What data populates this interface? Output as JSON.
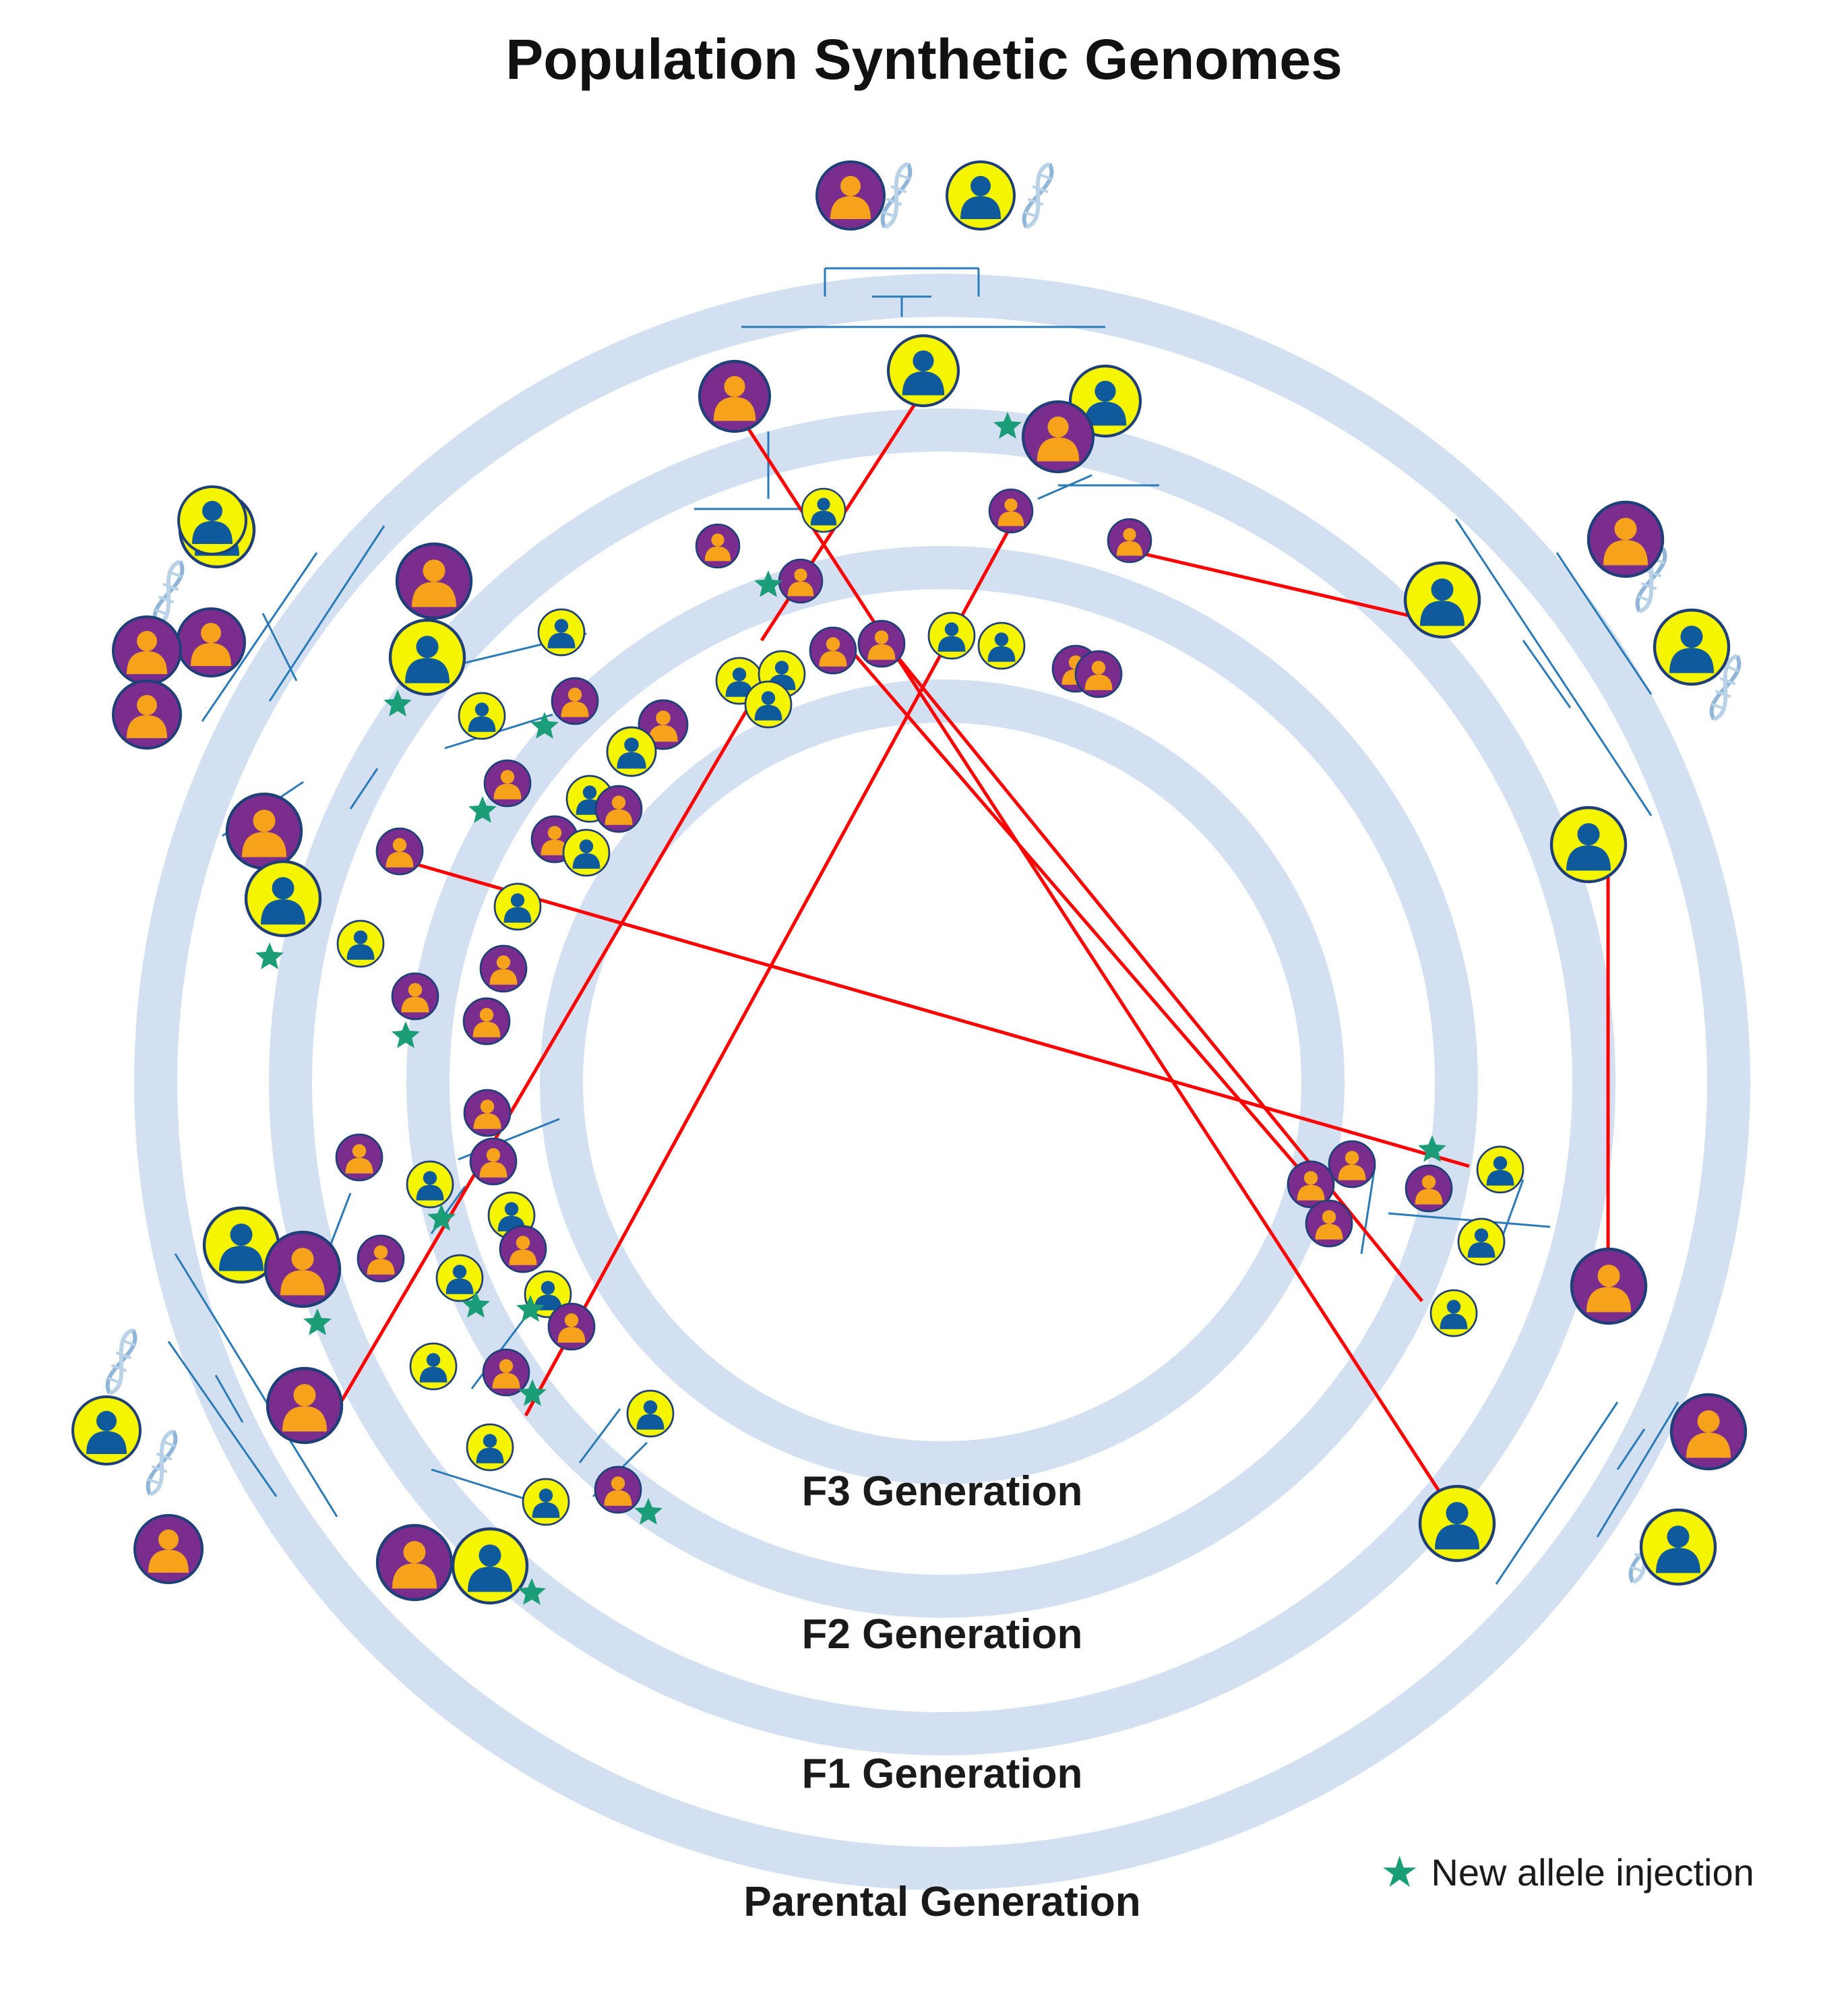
{
  "title": "Population Synthetic Genomes",
  "generations": [
    "F3 Generation",
    "F2 Generation",
    "F1 Generation",
    "Parental Generation"
  ],
  "legend": {
    "marker": "★",
    "label": "New allele injection"
  },
  "colors": {
    "ring": "#d3e0f1",
    "pedigree_line": "#2b7bb9",
    "crossover_line": "#ff0000",
    "female_bg": "#7b2d8e",
    "female_figure": "#f6a21b",
    "male_bg": "#f5f500",
    "male_figure": "#0f5a9c",
    "injection_star": "#1b9e77"
  },
  "icons": {
    "female": "female-person-icon",
    "male": "male-person-icon",
    "dna": "dna-helix-icon",
    "star": "new-allele-star-icon"
  }
}
